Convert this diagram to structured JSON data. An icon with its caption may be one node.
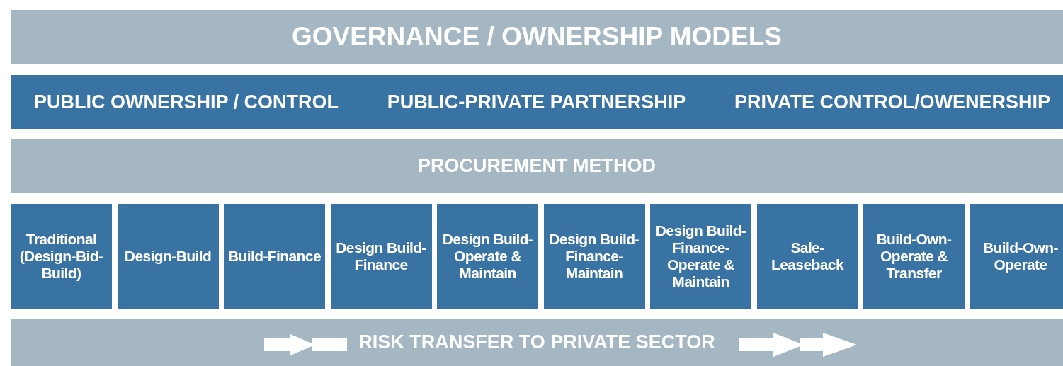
{
  "diagram": {
    "nodes": [
      {
        "text": [
          "GOVERNANCE / OWNERSHIP MODELS"
        ]
      },
      {
        "text": [
          "PUBLIC OWNERSHIP / CONTROL",
          "PUBLIC-PRIVATE PARTNERSHIP",
          "PRIVATE CONTROL/OWENERSHIP"
        ]
      },
      {
        "text": [
          "PROCUREMENT METHOD"
        ]
      },
      {
        "text": [
          "Traditional (Design-Bid-Build)"
        ]
      },
      {
        "text": [
          "Design-Build"
        ]
      },
      {
        "text": [
          "Build-Finance"
        ]
      },
      {
        "text": [
          "Design Build-Finance"
        ]
      },
      {
        "text": [
          "Design Build-Operate & Maintain"
        ]
      },
      {
        "text": [
          "Design Build-Finance-Maintain"
        ]
      },
      {
        "text": [
          "Design Build-Finance-Operate & Maintain"
        ]
      },
      {
        "text": [
          "Sale-Leaseback"
        ]
      },
      {
        "text": [
          "Build-Own-Operate & Transfer"
        ]
      },
      {
        "text": [
          "Build-Own-Operate"
        ]
      },
      {
        "text": [
          "RISK TRANSFER TO PRIVATE SECTOR"
        ]
      }
    ]
  }
}
